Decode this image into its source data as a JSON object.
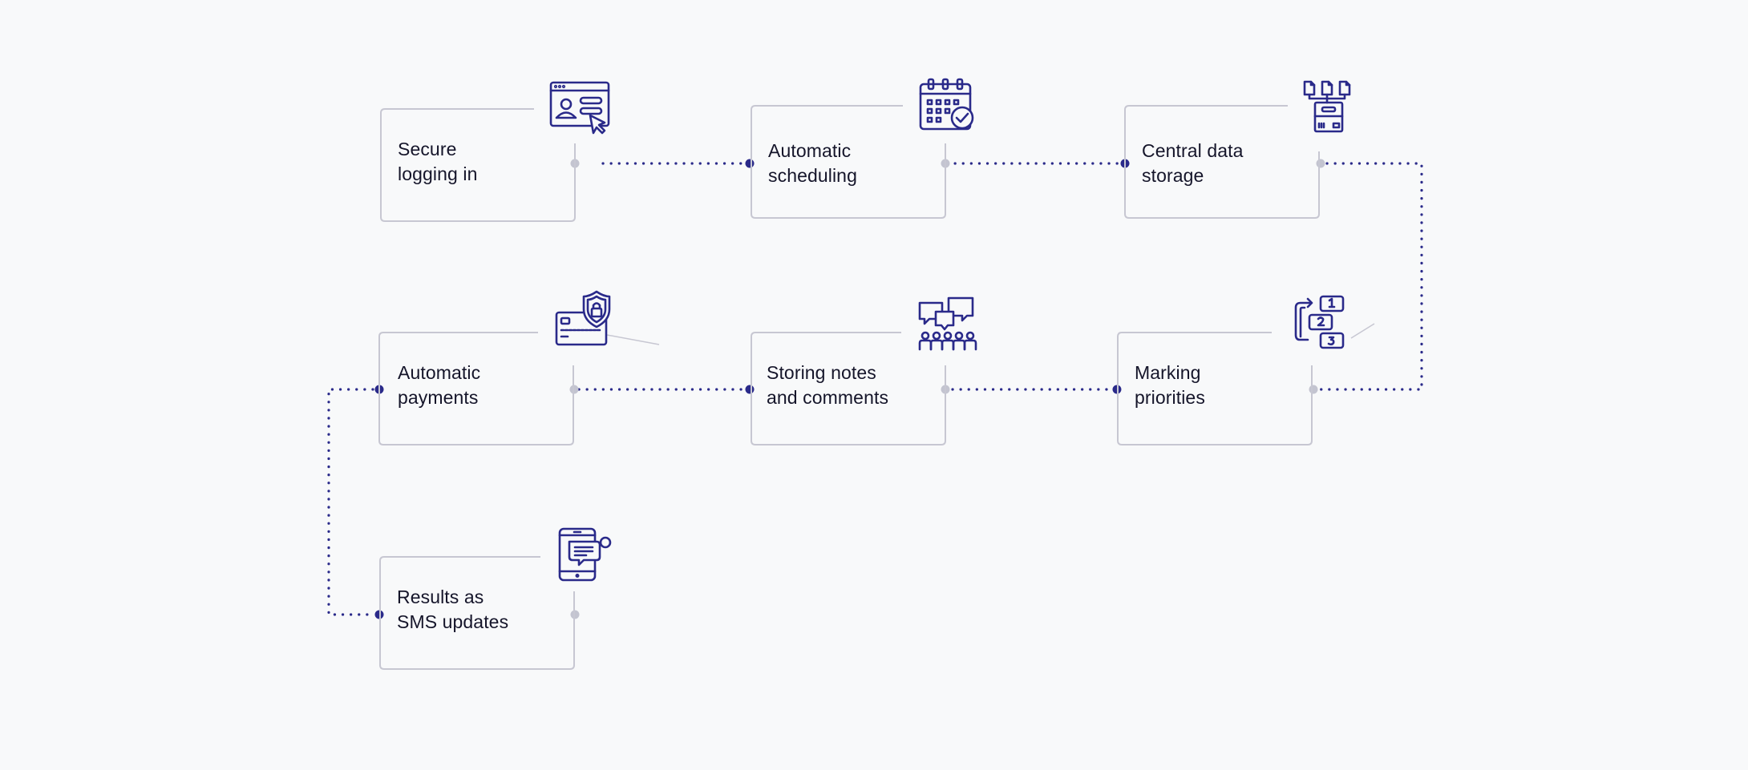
{
  "colors": {
    "background": "#f8f9fa",
    "card_border": "#c7c7d2",
    "accent": "#2a2a8a",
    "muted_dot": "#c3c4d0",
    "text": "#15152a"
  },
  "steps": [
    {
      "id": "secure-logging",
      "icon": "login-window-icon",
      "lines": [
        "Secure",
        "logging in"
      ]
    },
    {
      "id": "automatic-scheduling",
      "icon": "calendar-check-icon",
      "lines": [
        "Automatic",
        "scheduling"
      ]
    },
    {
      "id": "central-data-storage",
      "icon": "data-storage-icon",
      "lines": [
        "Central data",
        "storage"
      ]
    },
    {
      "id": "marking-priorities",
      "icon": "numbered-priorities-icon",
      "lines": [
        "Marking",
        "priorities"
      ]
    },
    {
      "id": "storing-notes",
      "icon": "group-chat-icon",
      "lines": [
        "Storing notes",
        "and comments"
      ]
    },
    {
      "id": "automatic-payments",
      "icon": "secure-card-icon",
      "lines": [
        "Automatic",
        "payments"
      ]
    },
    {
      "id": "sms-updates",
      "icon": "phone-message-icon",
      "lines": [
        "Results as",
        "SMS updates"
      ]
    }
  ]
}
